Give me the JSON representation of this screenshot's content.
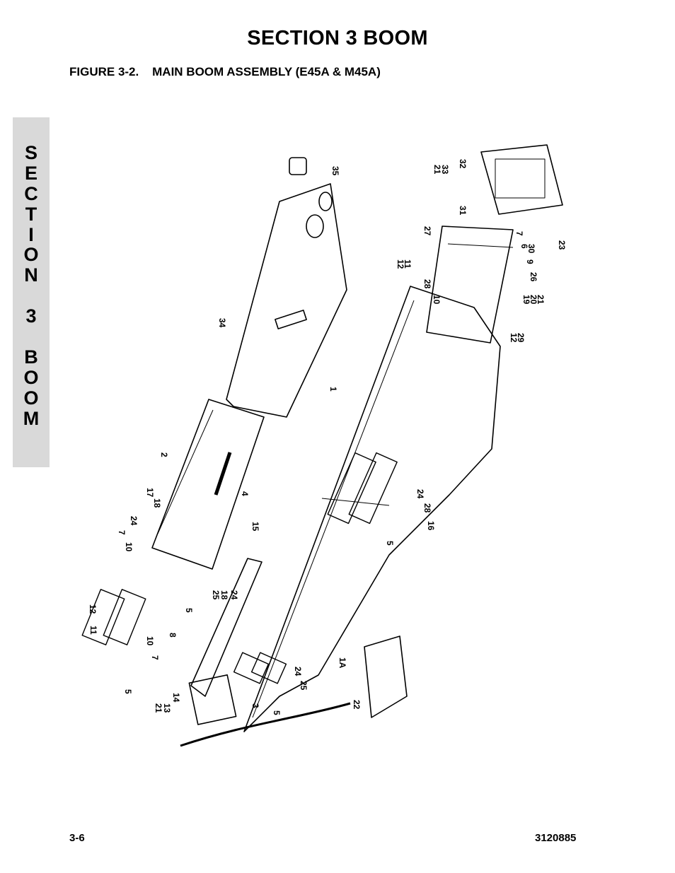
{
  "header": {
    "section_title": "SECTION 3  BOOM",
    "figure_title": "FIGURE 3-2.    MAIN BOOM ASSEMBLY (E45A & M45A)"
  },
  "side_tab": {
    "letters": [
      "S",
      "E",
      "C",
      "T",
      "I",
      "O",
      "N",
      "",
      "3",
      "",
      "B",
      "O",
      "O",
      "M"
    ]
  },
  "callouts": [
    {
      "id": "c35",
      "text": "35"
    },
    {
      "id": "c21a",
      "text": "21"
    },
    {
      "id": "c33",
      "text": "33"
    },
    {
      "id": "c32",
      "text": "32"
    },
    {
      "id": "c31",
      "text": "31"
    },
    {
      "id": "c23",
      "text": "23"
    },
    {
      "id": "c27",
      "text": "27"
    },
    {
      "id": "c7a",
      "text": "7"
    },
    {
      "id": "c6",
      "text": "6"
    },
    {
      "id": "c30",
      "text": "30"
    },
    {
      "id": "c9",
      "text": "9"
    },
    {
      "id": "c26",
      "text": "26"
    },
    {
      "id": "c19",
      "text": "19"
    },
    {
      "id": "c20",
      "text": "20"
    },
    {
      "id": "c21b",
      "text": "21"
    },
    {
      "id": "c12a",
      "text": "12"
    },
    {
      "id": "c11a",
      "text": "11"
    },
    {
      "id": "c28a",
      "text": "28"
    },
    {
      "id": "c10a",
      "text": "10"
    },
    {
      "id": "c12b",
      "text": "12"
    },
    {
      "id": "c29",
      "text": "29"
    },
    {
      "id": "c34",
      "text": "34"
    },
    {
      "id": "c1",
      "text": "1"
    },
    {
      "id": "c2",
      "text": "2"
    },
    {
      "id": "c4",
      "text": "4"
    },
    {
      "id": "c15",
      "text": "15"
    },
    {
      "id": "c17",
      "text": "17"
    },
    {
      "id": "c18a",
      "text": "18"
    },
    {
      "id": "c24a",
      "text": "24"
    },
    {
      "id": "c7b",
      "text": "7"
    },
    {
      "id": "c10b",
      "text": "10"
    },
    {
      "id": "c12c",
      "text": "12"
    },
    {
      "id": "c11b",
      "text": "11"
    },
    {
      "id": "c5a",
      "text": "5"
    },
    {
      "id": "c8",
      "text": "8"
    },
    {
      "id": "c10c",
      "text": "10"
    },
    {
      "id": "c7c",
      "text": "7"
    },
    {
      "id": "c5b",
      "text": "5"
    },
    {
      "id": "c25a",
      "text": "25"
    },
    {
      "id": "c18b",
      "text": "18"
    },
    {
      "id": "c24b",
      "text": "24"
    },
    {
      "id": "c24c",
      "text": "24"
    },
    {
      "id": "c28b",
      "text": "28"
    },
    {
      "id": "c16",
      "text": "16"
    },
    {
      "id": "c5c",
      "text": "5"
    },
    {
      "id": "c1A",
      "text": "1A"
    },
    {
      "id": "c24d",
      "text": "24"
    },
    {
      "id": "c25b",
      "text": "25"
    },
    {
      "id": "c5d",
      "text": "5"
    },
    {
      "id": "c3",
      "text": "3"
    },
    {
      "id": "c14",
      "text": "14"
    },
    {
      "id": "c21c",
      "text": "21"
    },
    {
      "id": "c13",
      "text": "13"
    },
    {
      "id": "c22",
      "text": "22"
    }
  ],
  "footer": {
    "page_number": "3-6",
    "doc_number": "3120885"
  }
}
